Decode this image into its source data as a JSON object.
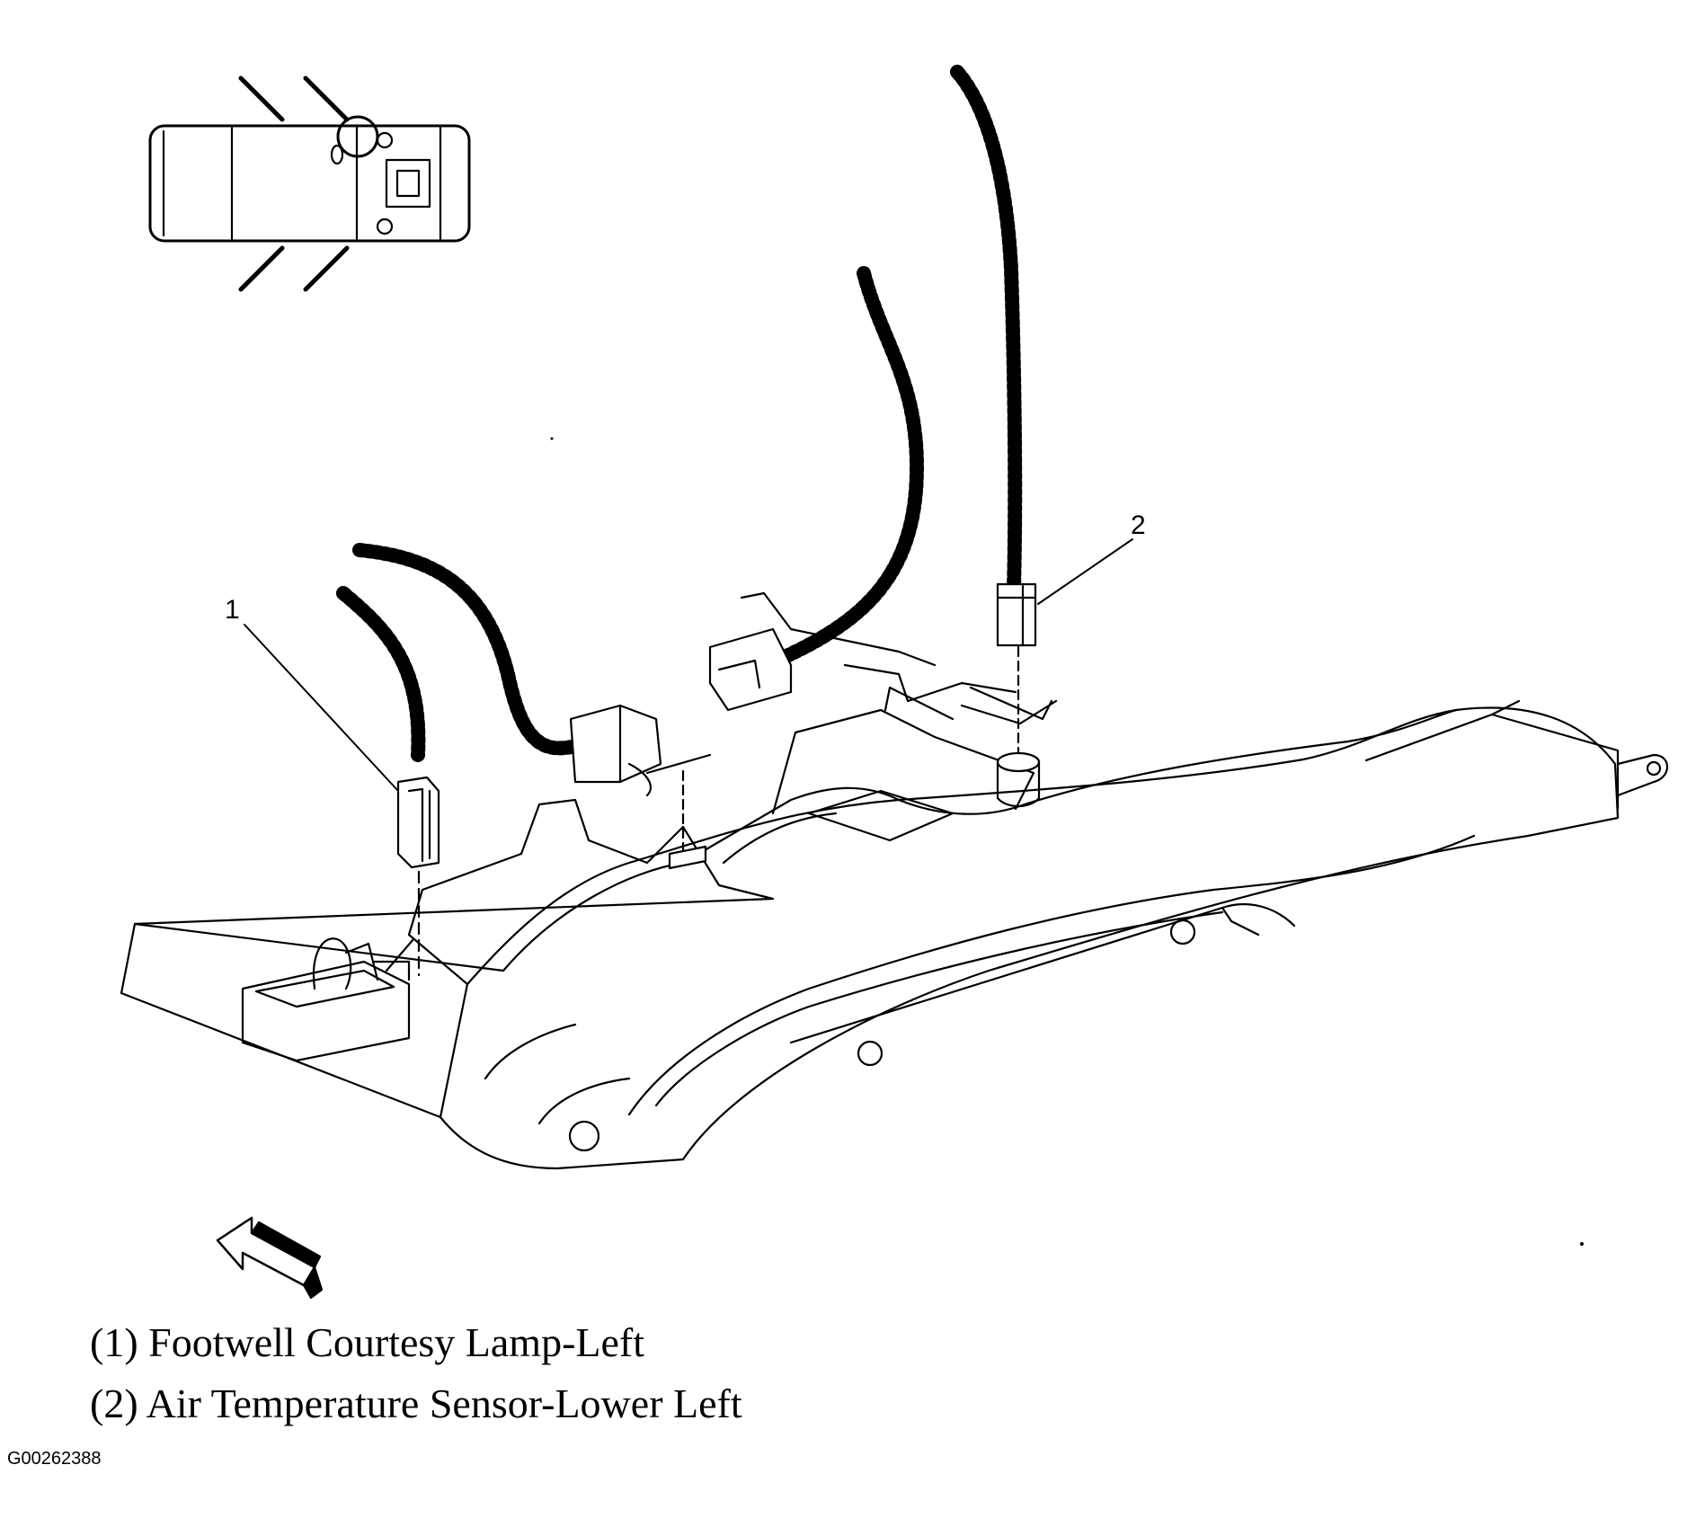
{
  "diagram": {
    "callouts": [
      {
        "number": "1"
      },
      {
        "number": "2"
      }
    ],
    "locator_icon": "vehicle-top-view-locator",
    "direction_icon": "front-direction-arrow"
  },
  "legend": {
    "items": [
      {
        "text": "(1) Footwell Courtesy Lamp-Left"
      },
      {
        "text": "(2) Air Temperature Sensor-Lower Left"
      }
    ]
  },
  "figure_id": "G00262388",
  "colors": {
    "line": "#000000",
    "background": "#ffffff"
  }
}
